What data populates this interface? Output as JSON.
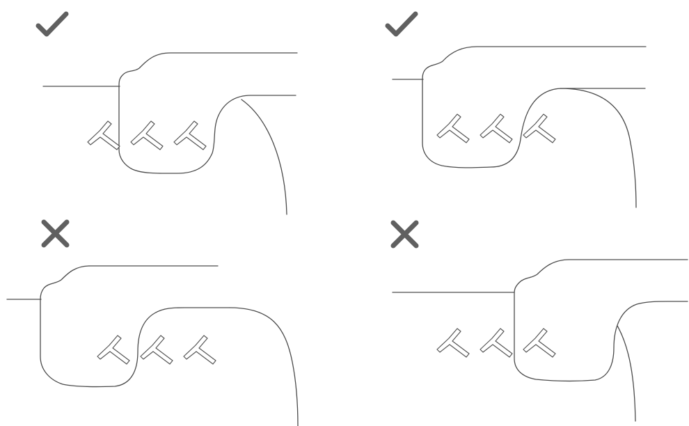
{
  "panels": [
    {
      "id": "top-left",
      "status": "correct",
      "icon": "check-icon",
      "anchor_count": 3
    },
    {
      "id": "top-right",
      "status": "correct",
      "icon": "check-icon",
      "anchor_count": 3
    },
    {
      "id": "bottom-left",
      "status": "incorrect",
      "icon": "cross-icon",
      "anchor_count": 3
    },
    {
      "id": "bottom-right",
      "status": "incorrect",
      "icon": "cross-icon",
      "anchor_count": 3
    }
  ],
  "colors": {
    "line": "#4a4a4a",
    "icon": "#606060",
    "background": "#ffffff"
  }
}
